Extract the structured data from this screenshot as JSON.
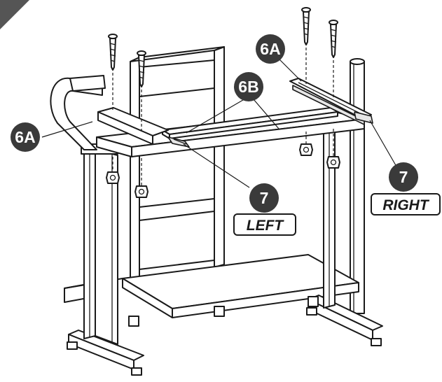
{
  "callouts": {
    "part_6a_left": "6A",
    "part_6a_top": "6A",
    "part_6b": "6B",
    "part_7_left": "7",
    "part_7_right": "7"
  },
  "labels": {
    "left": "LEFT",
    "right": "RIGHT"
  },
  "colors": {
    "line": "#1a1a1a",
    "badge": "#3a3a3a",
    "corner": "#555555",
    "background": "#ffffff"
  }
}
